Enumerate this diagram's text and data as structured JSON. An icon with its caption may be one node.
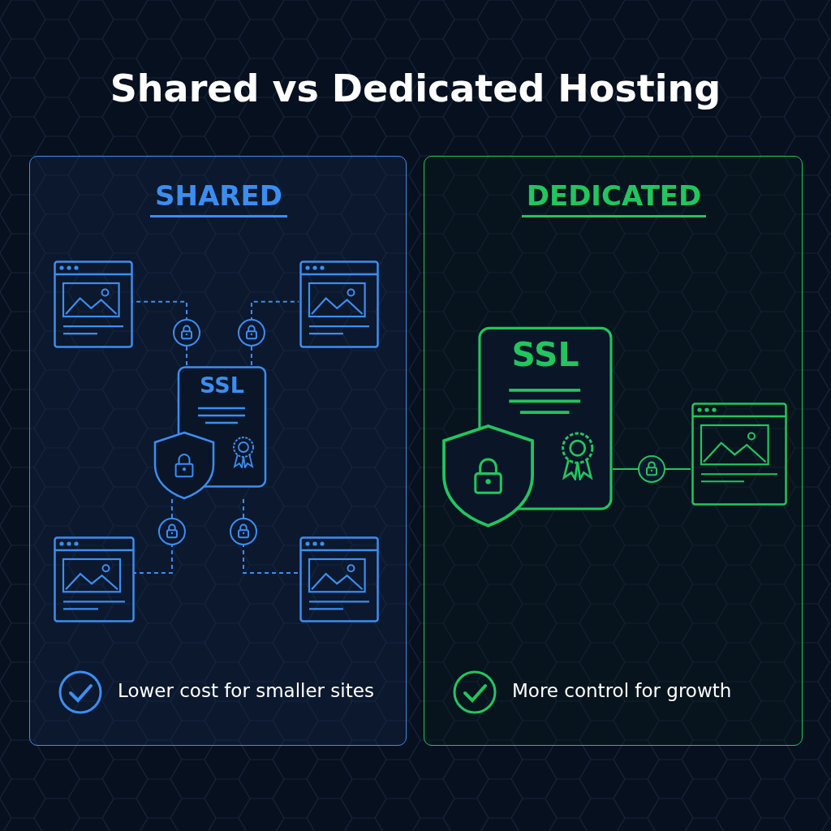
{
  "diagram": {
    "title": "Shared vs Dedicated Hosting",
    "nodes": [
      {
        "text": [
          "SHARED",
          "Lower cost for smaller sites"
        ]
      },
      {
        "text": [
          "DEDICATED",
          "More control for growth"
        ]
      },
      {
        "text": [
          "SSL"
        ],
        "in": 0
      },
      {
        "text": [],
        "shape": "picture",
        "in": 0
      },
      {
        "text": [],
        "shape": "picture",
        "in": 0
      },
      {
        "text": [],
        "shape": "picture",
        "in": 0
      },
      {
        "text": [],
        "shape": "picture",
        "in": 0
      },
      {
        "text": [
          "SSL"
        ],
        "in": 1
      },
      {
        "text": [],
        "shape": "picture",
        "in": 1
      }
    ],
    "edges": [
      {
        "from": 2,
        "to": 3,
        "arrow": "none",
        "style": "dashed"
      },
      {
        "from": 2,
        "to": 4,
        "arrow": "none",
        "style": "dashed"
      },
      {
        "from": 2,
        "to": 5,
        "arrow": "none",
        "style": "dashed"
      },
      {
        "from": 2,
        "to": 6,
        "arrow": "none",
        "style": "dashed"
      },
      {
        "from": 7,
        "to": 8,
        "arrow": "none",
        "color": "#22c55e"
      }
    ]
  }
}
